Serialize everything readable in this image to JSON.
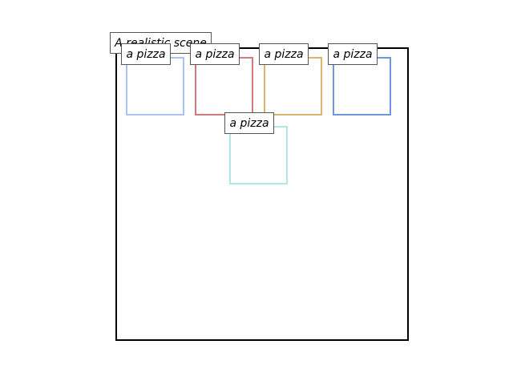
{
  "scene": {
    "label": "A realistic scene"
  },
  "objects": [
    {
      "label": "a pizza",
      "color": "#a9c4f4"
    },
    {
      "label": "a pizza",
      "color": "#d47a7a"
    },
    {
      "label": "a pizza",
      "color": "#dcb46e"
    },
    {
      "label": "a pizza",
      "color": "#6d96dc"
    },
    {
      "label": "a pizza",
      "color": "#aee6ea"
    }
  ]
}
